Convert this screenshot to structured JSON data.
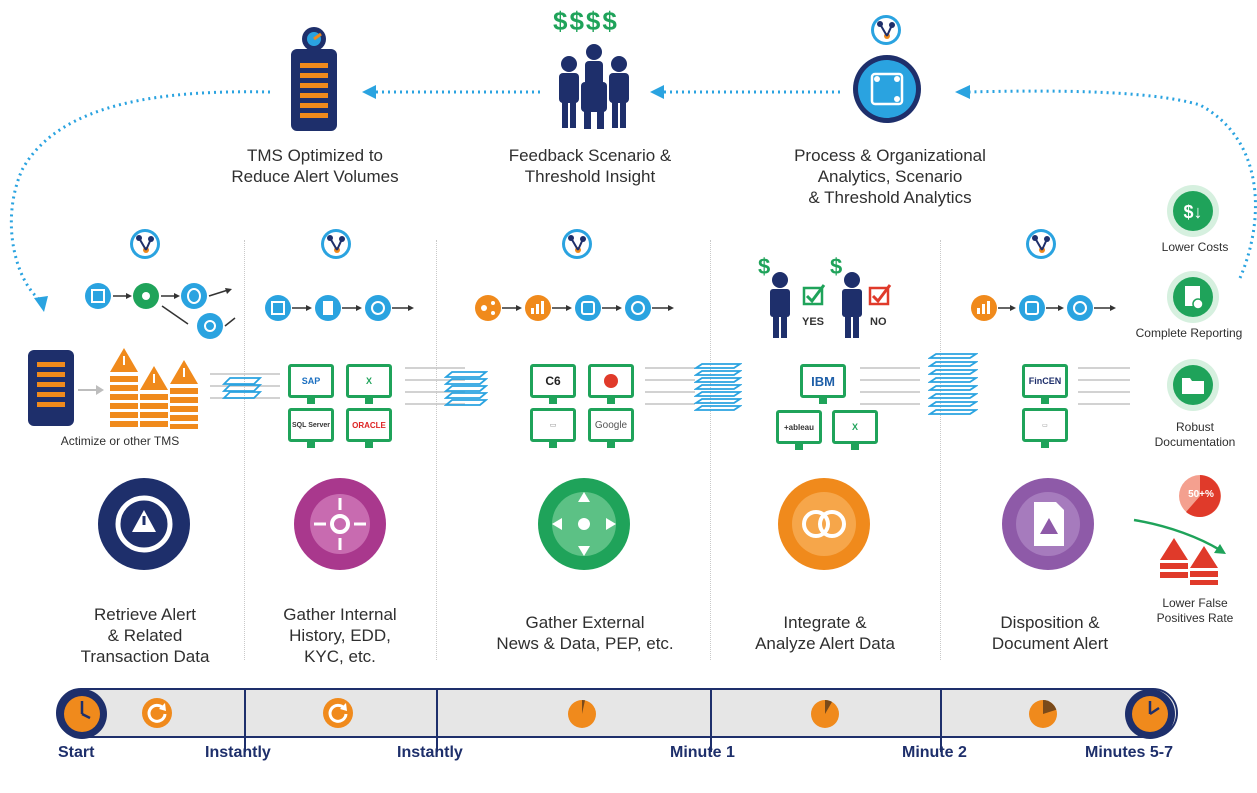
{
  "top_flow": {
    "tms_optimized": "TMS Optimized to\nReduce Alert Volumes",
    "feedback": "Feedback Scenario &\nThreshold Insight",
    "analytics": "Process & Organizational\nAnalytics, Scenario\n& Threshold Analytics",
    "dollar_signs": "$$$$"
  },
  "source": {
    "label": "Actimize or other TMS"
  },
  "logos": {
    "sap": "SAP",
    "sql_server": "SQL Server",
    "oracle": "ORACLE",
    "c6": "C6",
    "google": "Google",
    "ibm": "IBM",
    "tableau": "+ableau",
    "fincen": "FinCEN"
  },
  "decision": {
    "yes": "YES",
    "no": "NO"
  },
  "steps": [
    {
      "label": "Retrieve Alert\n& Related\nTransaction Data"
    },
    {
      "label": "Gather Internal\nHistory, EDD,\nKYC, etc."
    },
    {
      "label": "Gather External\nNews & Data, PEP, etc."
    },
    {
      "label": "Integrate &\nAnalyze Alert Data"
    },
    {
      "label": "Disposition &\nDocument Alert"
    }
  ],
  "benefits": {
    "lower_costs": "Lower Costs",
    "complete_reporting": "Complete Reporting",
    "robust_documentation": "Robust\nDocumentation",
    "reduction_badge": "50+%",
    "lower_false_positives": "Lower False\nPositives Rate"
  },
  "timeline": {
    "labels": [
      "Start",
      "Instantly",
      "Instantly",
      "Minute 1",
      "Minute 2",
      "Minutes 5-7"
    ]
  },
  "colors": {
    "navy": "#1e2f6b",
    "blue": "#2aa3e0",
    "green": "#1fa35a",
    "orange": "#f08a1c",
    "purple": "#8e5aa8",
    "magenta": "#a9388d",
    "red": "#e03a2a"
  }
}
